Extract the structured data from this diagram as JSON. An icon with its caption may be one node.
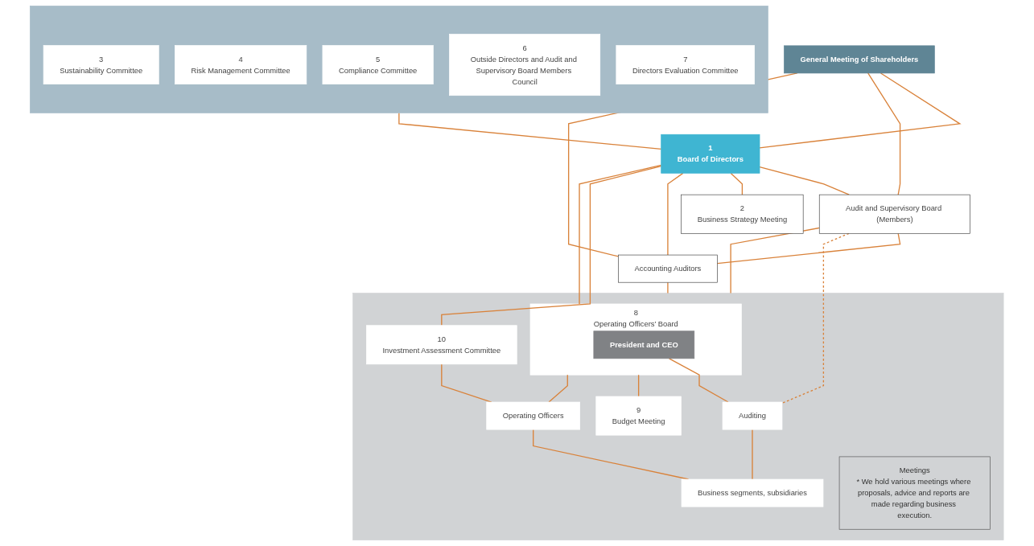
{
  "diagram": {
    "nodes": [
      {
        "text": [
          "General Meeting of Shareholders"
        ]
      },
      {
        "text": [],
        "shape": "box"
      },
      {
        "text": [
          "1",
          "Board of Directors"
        ]
      },
      {
        "text": [
          "Audit and Supervisory Board (Members)"
        ]
      },
      {
        "text": [
          "Accounting Auditors"
        ]
      },
      {
        "text": [
          "2",
          "Business Strategy Meeting"
        ]
      },
      {
        "text": [
          "3",
          "Sustainability Committee"
        ],
        "in": 1
      },
      {
        "text": [
          "4",
          "Risk Management Committee"
        ],
        "in": 1
      },
      {
        "text": [
          "5",
          "Compliance Committee"
        ],
        "in": 1
      },
      {
        "text": [
          "6",
          "Outside Directors and Audit and Supervisory Board Members Council"
        ],
        "in": 1
      },
      {
        "text": [
          "7",
          "Directors Evaluation Committee"
        ],
        "in": 1
      },
      {
        "text": [],
        "shape": "box"
      },
      {
        "text": [
          "10",
          "Investment Assessment Committee"
        ],
        "in": 11
      },
      {
        "text": [
          "8",
          "Operating Officers’ Board"
        ],
        "in": 11
      },
      {
        "text": [
          "President and CEO"
        ],
        "in": 13
      },
      {
        "text": [
          "9",
          "Budget Meeting"
        ],
        "in": 11
      },
      {
        "text": [
          "Operating Officers"
        ],
        "in": 11
      },
      {
        "text": [
          "Auditing"
        ],
        "in": 11
      },
      {
        "text": [
          "Business segments, subsidiaries"
        ],
        "in": 11
      },
      {
        "text": [
          "Meetings",
          "* We hold various meetings where proposals, advice and reports are made regarding business execution."
        ],
        "in": 11
      }
    ],
    "edges": [
      {
        "from": 0,
        "to": 2,
        "arrow": "none"
      },
      {
        "from": 0,
        "to": 3,
        "arrow": "none"
      },
      {
        "from": 0,
        "to": 4,
        "arrow": "none"
      },
      {
        "from": 1,
        "to": 2,
        "arrow": "none"
      },
      {
        "from": 2,
        "to": 3,
        "arrow": "none"
      },
      {
        "from": 3,
        "to": 4,
        "arrow": "none"
      },
      {
        "from": 2,
        "to": 5,
        "arrow": "none"
      },
      {
        "from": 2,
        "to": 4,
        "arrow": "none"
      },
      {
        "from": 2,
        "to": 12,
        "arrow": "none"
      },
      {
        "from": 2,
        "to": 13,
        "arrow": "none"
      },
      {
        "from": 3,
        "to": 11,
        "arrow": "none"
      },
      {
        "from": 3,
        "to": 17,
        "arrow": "none",
        "style": "dashed"
      },
      {
        "from": 4,
        "to": 11,
        "arrow": "none"
      },
      {
        "from": 12,
        "to": 16,
        "arrow": "none"
      },
      {
        "from": 13,
        "to": 15,
        "arrow": "none"
      },
      {
        "from": 13,
        "to": 16,
        "arrow": "none"
      },
      {
        "from": 16,
        "to": 18,
        "arrow": "none"
      },
      {
        "from": 14,
        "to": 17,
        "arrow": "none"
      },
      {
        "from": 17,
        "to": 18,
        "arrow": "none"
      }
    ]
  }
}
